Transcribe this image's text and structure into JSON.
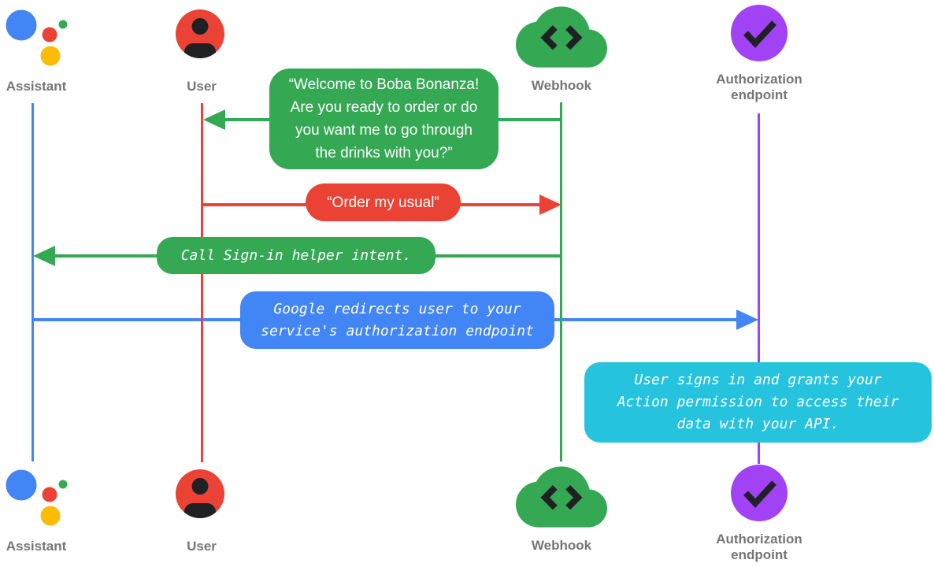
{
  "diagram_type": "sequence-diagram",
  "colors": {
    "blue": "#4285F4",
    "red": "#EA4335",
    "green": "#34A853",
    "yellow": "#FBBC04",
    "purple": "#A142F4",
    "cyan": "#26C3DF",
    "glyph_dark": "#202124",
    "label_gray": "#757575",
    "bubble_text": "#FFFFFF"
  },
  "actors": {
    "assistant": {
      "label": "Assistant",
      "icon": "google-assistant-logo"
    },
    "user": {
      "label": "User",
      "icon": "person-circle"
    },
    "webhook": {
      "label": "Webhook",
      "icon": "code-cloud"
    },
    "auth": {
      "line1": "Authorization",
      "line2": "endpoint",
      "icon": "checkmark-circle"
    }
  },
  "messages": {
    "welcome": {
      "from": "webhook",
      "to": "user",
      "style": "speech",
      "color": "green",
      "lines": [
        "“Welcome to Boba Bonanza!",
        "Are you ready to order or do",
        "you want me to go through",
        "the drinks with you?”"
      ]
    },
    "order": {
      "from": "user",
      "to": "webhook",
      "style": "speech",
      "color": "red",
      "text": "“Order my usual”"
    },
    "signin": {
      "from": "webhook",
      "to": "assistant",
      "style": "code",
      "color": "green",
      "text": "Call Sign-in helper intent."
    },
    "redirect": {
      "from": "assistant",
      "to": "auth",
      "style": "code",
      "color": "blue",
      "lines": [
        "Google redirects user to your",
        "service's authorization endpoint"
      ]
    },
    "grant": {
      "at": "auth",
      "style": "code",
      "color": "cyan",
      "lines": [
        "User signs in and grants your",
        "Action permission to access their",
        "data with your API."
      ]
    }
  }
}
